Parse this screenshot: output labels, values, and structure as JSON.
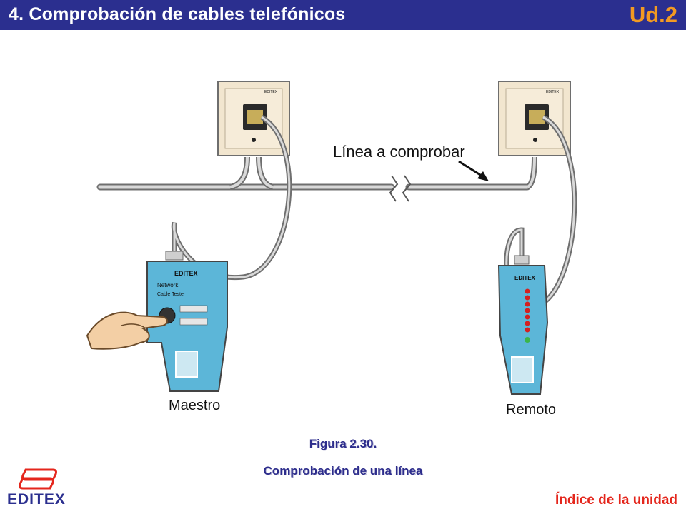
{
  "header": {
    "title": "4.  Comprobación de cables telefónicos",
    "unit": "Ud.2"
  },
  "figure": {
    "line_label": "Línea a comprobar",
    "master_label": "Maestro",
    "remote_label": "Remoto",
    "brand_small": "EDITEX",
    "tester_line1": "Network",
    "tester_line2": "Cable Tester"
  },
  "caption": {
    "line1": "Figura 2.30.",
    "line2": "Comprobación de una línea"
  },
  "footer": {
    "logo_text": "EDITEX",
    "index_link": "Índice de la unidad"
  },
  "colors": {
    "header_bg": "#2b2f8f",
    "unit_color": "#f29a22",
    "link_color": "#e4261c",
    "tester_blue": "#5cb6d8"
  }
}
